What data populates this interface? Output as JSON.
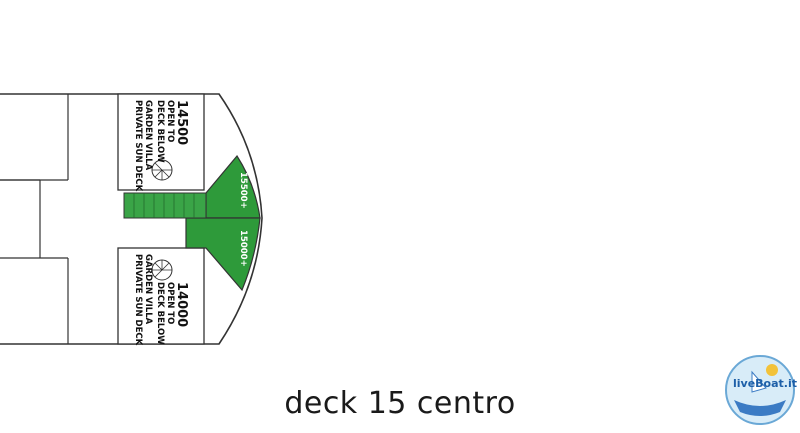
{
  "deck_title": "deck 15 centro",
  "colors": {
    "outline": "#333333",
    "green_area": "#2e9a3a",
    "green_stair": "#3aa447",
    "background": "#ffffff"
  },
  "upper_cabin": {
    "number": "14500",
    "line1": "OPEN TO",
    "line2": "DECK BELOW",
    "line3": "GARDEN VILLA",
    "line4": "PRIVATE SUN DECK",
    "icon": "spiral-staircase-icon"
  },
  "lower_cabin": {
    "number": "14000",
    "line1": "OPEN TO",
    "line2": "DECK BELOW",
    "line3": "GARDEN VILLA",
    "line4": "PRIVATE SUN DECK",
    "icon": "spiral-staircase-icon"
  },
  "green_areas": {
    "upper_label": "15500+",
    "lower_label": "15000+"
  },
  "logo": {
    "text": "liveBoat.it"
  }
}
